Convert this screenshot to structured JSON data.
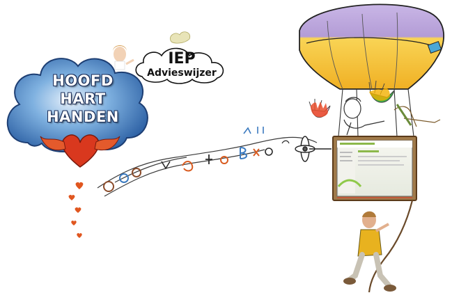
{
  "cloud_words": [
    "HOOFD",
    "HART",
    "HANDEN"
  ],
  "logo": {
    "title": "IEP",
    "subtitle": "Advieswijzer"
  },
  "colors": {
    "cloud_blue": "#4a86c8",
    "heart_red": "#d9381e",
    "balloon_yellow": "#f5c531",
    "balloon_purple": "#b9a6d8"
  },
  "icons": [
    "cloud-icon",
    "heart-icon",
    "hot-air-balloon-icon",
    "painted-hands-icon",
    "screen-basket-icon",
    "propeller-icon",
    "rope-icon"
  ]
}
